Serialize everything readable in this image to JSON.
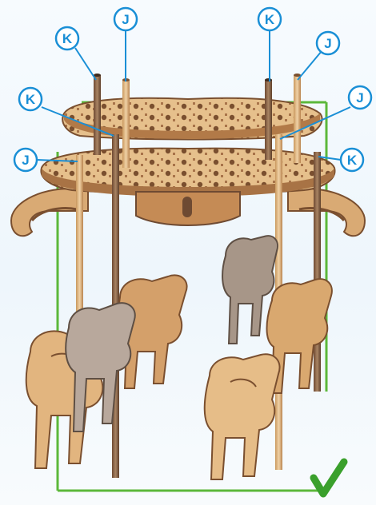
{
  "callouts": [
    {
      "id": "j-top-left",
      "label": "J"
    },
    {
      "id": "k-top-left",
      "label": "K"
    },
    {
      "id": "k-top-right",
      "label": "K"
    },
    {
      "id": "j-top-right",
      "label": "J"
    },
    {
      "id": "k-mid-left",
      "label": "K"
    },
    {
      "id": "j-mid-right",
      "label": "J"
    },
    {
      "id": "j-low-left",
      "label": "J"
    },
    {
      "id": "k-low-right",
      "label": "K"
    }
  ],
  "colors": {
    "frame_green": "#5cb83a",
    "callout_blue": "#1a8fd6",
    "wood_light": "#e8c594",
    "wood_mid": "#c9975d",
    "wood_dark": "#8b5e3c",
    "wood_grey": "#9a8f86"
  },
  "icons": {
    "checkmark": "green-checkmark-icon"
  }
}
